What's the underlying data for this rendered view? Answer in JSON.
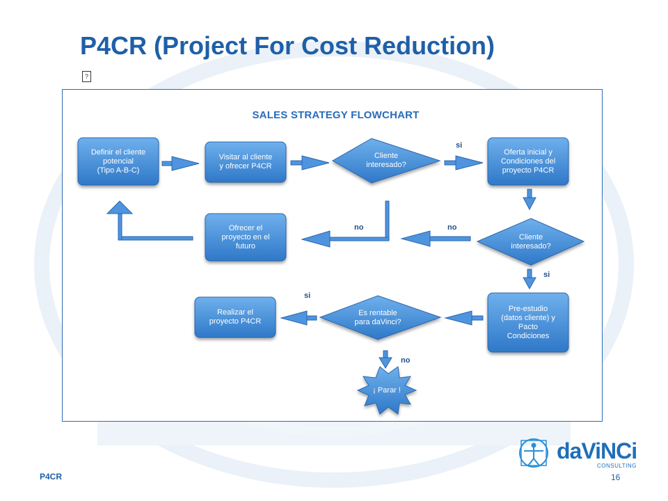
{
  "slide": {
    "title": "P4CR (Project For Cost Reduction)",
    "glyph": "?",
    "footer_left": "P4CR",
    "page_number": "16"
  },
  "logo": {
    "brand": "daViNCi",
    "sub": "CONSULTING"
  },
  "flowchart": {
    "title": "SALES STRATEGY FLOWCHART",
    "nodes": {
      "n1": "Definir el cliente\npotencial\n(Tipo A-B-C)",
      "n2": "Visitar al cliente\ny ofrecer P4CR",
      "d1": "Cliente\ninteresado?",
      "n3": "Oferta inicial y\nCondiciones del\nproyecto P4CR",
      "n4": "Ofrecer el\nproyecto en el\nfuturo",
      "d2": "Cliente\ninteresado?",
      "n5": "Realizar el\nproyecto P4CR",
      "d3": "Es rentable\npara daVinci?",
      "n6": "Pre-estudio\n(datos cliente) y\nPacto\nCondiciones",
      "stop": "¡ Parar !"
    },
    "labels": {
      "si1": "si",
      "no1": "no",
      "no2": "no",
      "si2": "si",
      "si3": "si",
      "no3": "no"
    }
  }
}
